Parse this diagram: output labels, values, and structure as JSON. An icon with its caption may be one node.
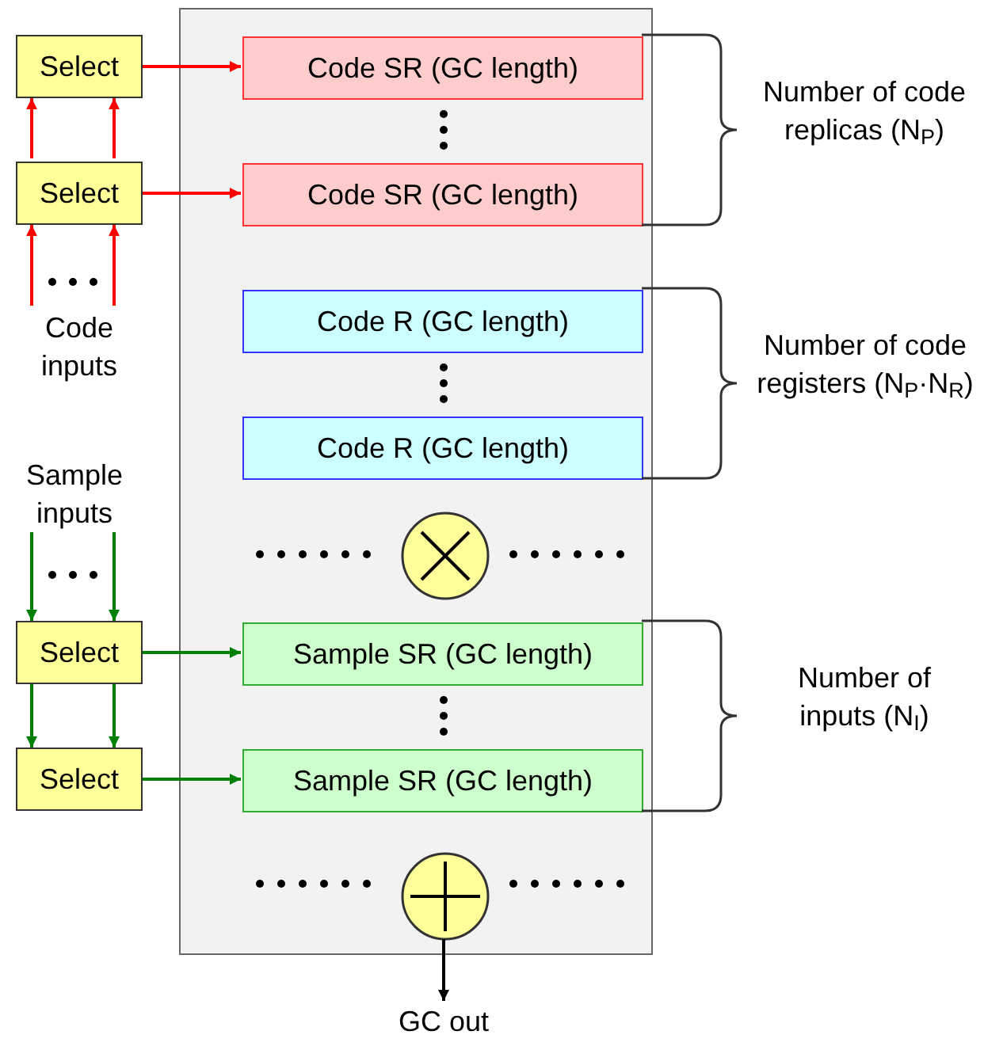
{
  "diagram": {
    "nodes": [
      {
        "text": [],
        "shape": "box"
      },
      {
        "text": [
          "Select"
        ]
      },
      {
        "text": [
          "Code SR (GC length)"
        ],
        "in": 0
      },
      {
        "text": [
          "Select"
        ]
      },
      {
        "text": [
          "Code SR (GC length)"
        ],
        "in": 0
      },
      {
        "text": [
          "Code inputs"
        ]
      },
      {
        "text": [
          "Code R (GC length)"
        ],
        "in": 0
      },
      {
        "text": [
          "Code R (GC length)"
        ],
        "in": 0
      },
      {
        "text": [],
        "shape": "circle",
        "in": 0
      },
      {
        "text": [
          "Sample inputs"
        ]
      },
      {
        "text": [
          "Select"
        ]
      },
      {
        "text": [
          "Sample SR (GC length)"
        ],
        "in": 0
      },
      {
        "text": [
          "Select"
        ]
      },
      {
        "text": [
          "Sample SR (GC length)"
        ],
        "in": 0
      },
      {
        "text": [],
        "shape": "circle",
        "in": 0
      },
      {
        "text": [
          "GC out"
        ]
      }
    ],
    "edges": [
      {
        "from": 1,
        "to": 2,
        "arrow": "to",
        "color": "#ff0000"
      },
      {
        "from": 3,
        "to": 1,
        "arrow": "to",
        "color": "#ff0000"
      },
      {
        "from": 3,
        "to": 1,
        "arrow": "to",
        "color": "#ff0000"
      },
      {
        "from": 3,
        "to": 4,
        "arrow": "to",
        "color": "#ff0000"
      },
      {
        "from": 5,
        "to": 3,
        "arrow": "to",
        "color": "#ff0000"
      },
      {
        "from": 5,
        "to": 3,
        "arrow": "to",
        "color": "#ff0000"
      },
      {
        "from": 9,
        "to": 10,
        "arrow": "to",
        "color": "#008000"
      },
      {
        "from": 9,
        "to": 10,
        "arrow": "to",
        "color": "#008000"
      },
      {
        "from": 10,
        "to": 11,
        "arrow": "to",
        "color": "#008000"
      },
      {
        "from": 10,
        "to": 12,
        "arrow": "to",
        "color": "#008000"
      },
      {
        "from": 10,
        "to": 12,
        "arrow": "to",
        "color": "#008000"
      },
      {
        "from": 12,
        "to": 13,
        "arrow": "to",
        "color": "#008000"
      },
      {
        "from": 14,
        "to": 15,
        "arrow": "to",
        "color": "#000000"
      }
    ],
    "labels": [
      "Number of code replicas (N$_{P}$)",
      "Number of code registers (N$_{P}$·N$_{R}$)",
      "Number of inputs (N$_{I}$)"
    ]
  }
}
